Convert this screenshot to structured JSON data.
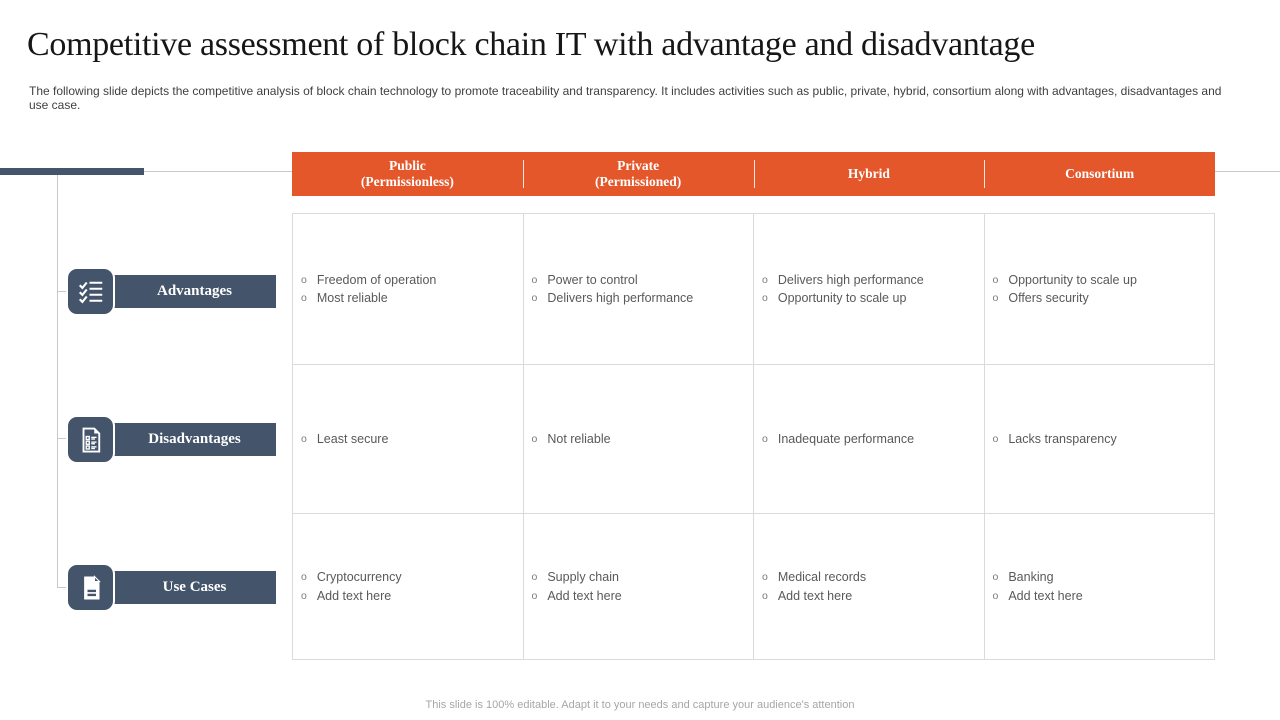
{
  "slide": {
    "title": "Competitive assessment of block chain IT with advantage and disadvantage",
    "subtitle": "The following slide depicts the competitive analysis of block chain technology to promote traceability and transparency. It includes activities such as public, private, hybrid, consortium along with advantages, disadvantages and use case.",
    "footer": "This slide is 100% editable. Adapt it to your needs and capture your audience's attention"
  },
  "colors": {
    "accent_orange": "#E4572B",
    "accent_dark_blue": "#44546A",
    "body_text": "#595959",
    "grid_line": "#D9D9D9",
    "connector_line": "#C9C9C9",
    "footer_text": "#A6A6A6"
  },
  "bullet_char": "o",
  "table": {
    "columns": [
      {
        "label": "Public",
        "sublabel": "(Permissionless)"
      },
      {
        "label": "Private",
        "sublabel": "(Permissioned)"
      },
      {
        "label": "Hybrid",
        "sublabel": ""
      },
      {
        "label": "Consortium",
        "sublabel": ""
      }
    ],
    "rows": [
      {
        "label": "Advantages",
        "icon": "checklist-icon",
        "cells": [
          [
            "Freedom of operation",
            "Most reliable"
          ],
          [
            "Power to control",
            "Delivers high performance"
          ],
          [
            "Delivers high performance",
            "Opportunity to scale up"
          ],
          [
            "Opportunity to scale up",
            "Offers security"
          ]
        ]
      },
      {
        "label": "Disadvantages",
        "icon": "form-checkboxes-icon",
        "cells": [
          [
            "Least secure"
          ],
          [
            "Not reliable"
          ],
          [
            "Inadequate performance"
          ],
          [
            "Lacks transparency"
          ]
        ]
      },
      {
        "label": "Use Cases",
        "icon": "document-icon",
        "cells": [
          [
            "Cryptocurrency",
            "Add text here"
          ],
          [
            "Supply chain",
            "Add text here"
          ],
          [
            "Medical records",
            "Add text here"
          ],
          [
            "Banking",
            "Add text here"
          ]
        ]
      }
    ]
  }
}
